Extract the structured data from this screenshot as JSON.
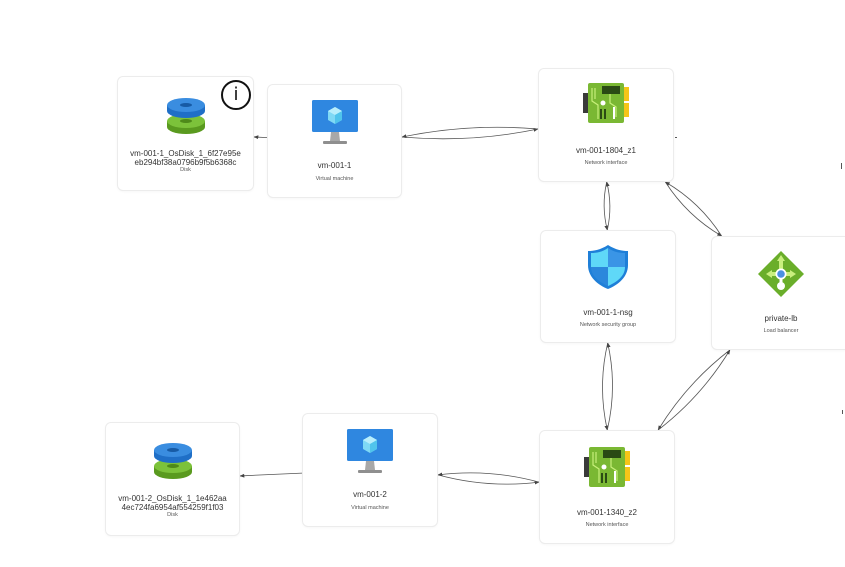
{
  "diagram": {
    "nodes": [
      {
        "id": "disk1",
        "title": "vm-001-1_OsDisk_1_6f27e95e",
        "title2": "eb294bf38a0796b9f5b6368c",
        "type": "Disk",
        "icon": "disk-icon"
      },
      {
        "id": "vm1",
        "title": "vm-001-1",
        "type": "Virtual machine",
        "icon": "virtual-machine-icon"
      },
      {
        "id": "nic1",
        "title": "vm-001-1804_z1",
        "type": "Network interface",
        "icon": "network-interface-icon"
      },
      {
        "id": "nsg1",
        "title": "vm-001-1-nsg",
        "type": "Network security group",
        "icon": "shield-icon"
      },
      {
        "id": "lb",
        "title": "private-lb",
        "type": "Load balancer",
        "icon": "load-balancer-icon"
      },
      {
        "id": "disk2",
        "title": "vm-001-2_OsDisk_1_1e462aa",
        "title2": "4ec724fa6954af554259f1f03",
        "type": "Disk",
        "icon": "disk-icon"
      },
      {
        "id": "vm2",
        "title": "vm-001-2",
        "type": "Virtual machine",
        "icon": "virtual-machine-icon"
      },
      {
        "id": "nic2",
        "title": "vm-001-1340_z2",
        "type": "Network interface",
        "icon": "network-interface-icon"
      }
    ],
    "edges": [
      {
        "from": "vm1",
        "to": "disk1",
        "bidirectional": false
      },
      {
        "from": "vm1",
        "to": "nic1",
        "bidirectional": true
      },
      {
        "from": "nic1",
        "to": "nsg1",
        "bidirectional": true
      },
      {
        "from": "nic1",
        "to": "lb",
        "bidirectional": true
      },
      {
        "from": "nsg1",
        "to": "nic2",
        "bidirectional": true
      },
      {
        "from": "lb",
        "to": "nic2",
        "bidirectional": true
      },
      {
        "from": "vm2",
        "to": "nic2",
        "bidirectional": true
      },
      {
        "from": "vm2",
        "to": "disk2",
        "bidirectional": false
      }
    ],
    "info_badge": {
      "icon": "info-icon",
      "glyph": "i"
    },
    "colors": {
      "vm_blue": "#2f87e0",
      "disk_blue": "#3a8de0",
      "disk_green": "#6eb52e",
      "nic_green": "#7ab833",
      "nic_yellow": "#f5c518",
      "shield_blue": "#1f8ee4",
      "shield_cyan": "#5fd8f8",
      "lb_green": "#6aae2a",
      "edge": "#555555"
    }
  }
}
